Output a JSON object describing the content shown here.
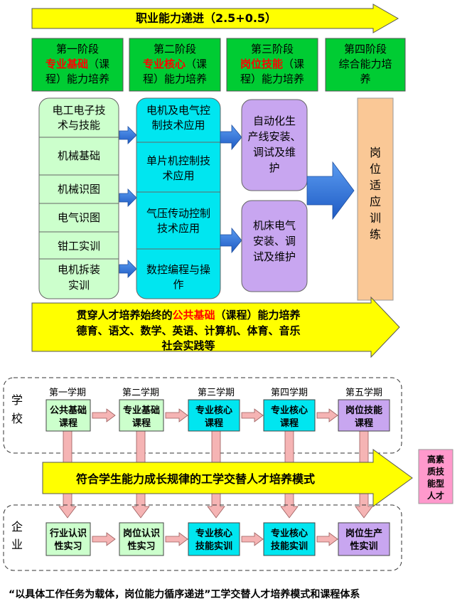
{
  "top_arrow": {
    "label": "职业能力递进（2.5+0.5）",
    "color": "#FFFF00"
  },
  "stages": [
    {
      "line1": "第一阶段",
      "highlight": "专业基础",
      "rest": "（课",
      "line3": "程）能力培养"
    },
    {
      "line1": "第二阶段",
      "highlight": "专业核心",
      "rest": "（课",
      "line3": "程）能力培养"
    },
    {
      "line1": "第三阶段",
      "highlight": "岗位技能",
      "rest": "（课",
      "line3": "程）能力培养"
    },
    {
      "line1": "第四阶段",
      "highlight": "综合能力培",
      "rest": "",
      "line3": "养"
    }
  ],
  "col1_items": [
    {
      "l1": "电工电子技",
      "l2": "术与技能"
    },
    {
      "l1": "机械基础",
      "l2": ""
    },
    {
      "l1": "机械识图",
      "l2": ""
    },
    {
      "l1": "电气识图",
      "l2": ""
    },
    {
      "l1": "钳工实训",
      "l2": ""
    },
    {
      "l1": "电机拆装",
      "l2": "实训"
    }
  ],
  "col2_items": [
    {
      "l1": "电机及电气控",
      "l2": "制技术应用"
    },
    {
      "l1": "单片机控制技",
      "l2": "术应用"
    },
    {
      "l1": "气压传动控制",
      "l2": "技术应用"
    },
    {
      "l1": "数控编程与操",
      "l2": "作"
    }
  ],
  "col3_items": [
    {
      "l1": "自动化生",
      "l2": "产线安装、",
      "l3": "调试及维",
      "l4": "护"
    },
    {
      "l1": "机床电气",
      "l2": "安装、调",
      "l3": "试及维护",
      "l4": ""
    }
  ],
  "col4_label": [
    "岗",
    "位",
    "适",
    "应",
    "训",
    "练"
  ],
  "bottom_arrow": {
    "line1_pre": "贯穿人才培养始终的",
    "line1_highlight": "公共基础",
    "line1_post": "（课程）能力培养",
    "line2": "德育、语文、数学、英语、计算机、体育、音乐",
    "line3": "社会实践等"
  },
  "school_label": [
    "学",
    "校"
  ],
  "enterprise_label": [
    "企",
    "业"
  ],
  "semesters": [
    "第一学期",
    "第二学期",
    "第三学期",
    "第四学期",
    "第五学期"
  ],
  "school_boxes": [
    {
      "l1": "公共基础",
      "l2": "课程"
    },
    {
      "l1": "专业基础",
      "l2": "课程"
    },
    {
      "l1": "专业核心",
      "l2": "课程"
    },
    {
      "l1": "专业核心",
      "l2": "课程"
    },
    {
      "l1": "岗位技能",
      "l2": "课程"
    }
  ],
  "enterprise_boxes": [
    {
      "l1": "行业认识",
      "l2": "性实习"
    },
    {
      "l1": "岗位认识",
      "l2": "性实习"
    },
    {
      "l1": "专业核心",
      "l2": "技能实训"
    },
    {
      "l1": "专业核心",
      "l2": "技能实训"
    },
    {
      "l1": "岗位生产",
      "l2": "性实训"
    }
  ],
  "mid_arrow_label": "符合学生能力成长规律的工学交替人才培养模式",
  "talent_box": [
    "高素",
    "质技",
    "能型",
    "人才"
  ],
  "caption": "“以具体工作任务为载体，岗位能力循序递进”工学交替人才培养模式和课程体系",
  "colors": {
    "yellow": "#FFFF00",
    "green": "#00CC33",
    "light_green": "#CCFFCC",
    "cyan": "#00E6F0",
    "purple": "#C8A6F0",
    "orange": "#FAC896",
    "pink": "#FF99CC",
    "red": "#FF0000",
    "blue_arrow": "#2E6FD8"
  }
}
